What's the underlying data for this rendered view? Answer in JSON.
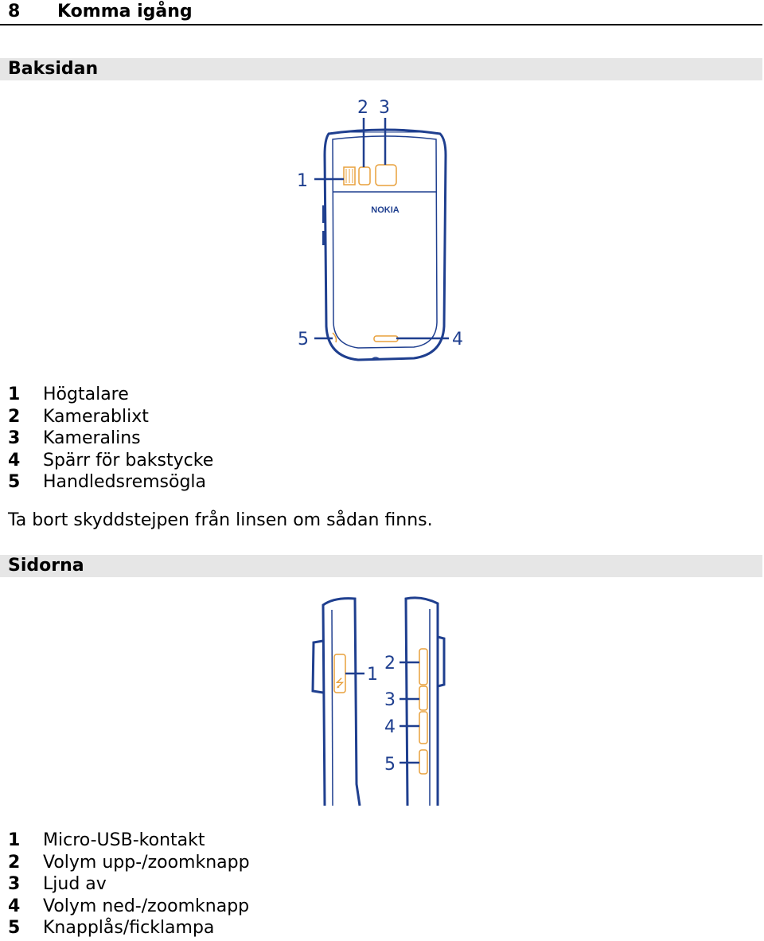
{
  "header": {
    "page_number": "8",
    "chapter_title": "Komma igång"
  },
  "back_section": {
    "title": "Baksidan",
    "callouts": [
      "1",
      "2",
      "3",
      "4",
      "5"
    ],
    "brand_logo": "NOKIA",
    "legend": [
      {
        "num": "1",
        "label": "Högtalare"
      },
      {
        "num": "2",
        "label": "Kamerablixt"
      },
      {
        "num": "3",
        "label": "Kameralins"
      },
      {
        "num": "4",
        "label": "Spärr för bakstycke"
      },
      {
        "num": "5",
        "label": "Handledsremsögla"
      }
    ],
    "note": "Ta bort skyddstejpen från linsen om sådan finns."
  },
  "sides_section": {
    "title": "Sidorna",
    "callouts": [
      "1",
      "2",
      "3",
      "4",
      "5"
    ],
    "legend": [
      {
        "num": "1",
        "label": "Micro-USB-kontakt"
      },
      {
        "num": "2",
        "label": "Volym upp-/zoomknapp"
      },
      {
        "num": "3",
        "label": "Ljud av"
      },
      {
        "num": "4",
        "label": "Volym ned-/zoomknapp"
      },
      {
        "num": "5",
        "label": "Knapplås/ficklampa"
      }
    ]
  },
  "colors": {
    "outline": "#1f3f8f",
    "accent": "#e8a03c",
    "section_bar": "#e6e6e6"
  }
}
